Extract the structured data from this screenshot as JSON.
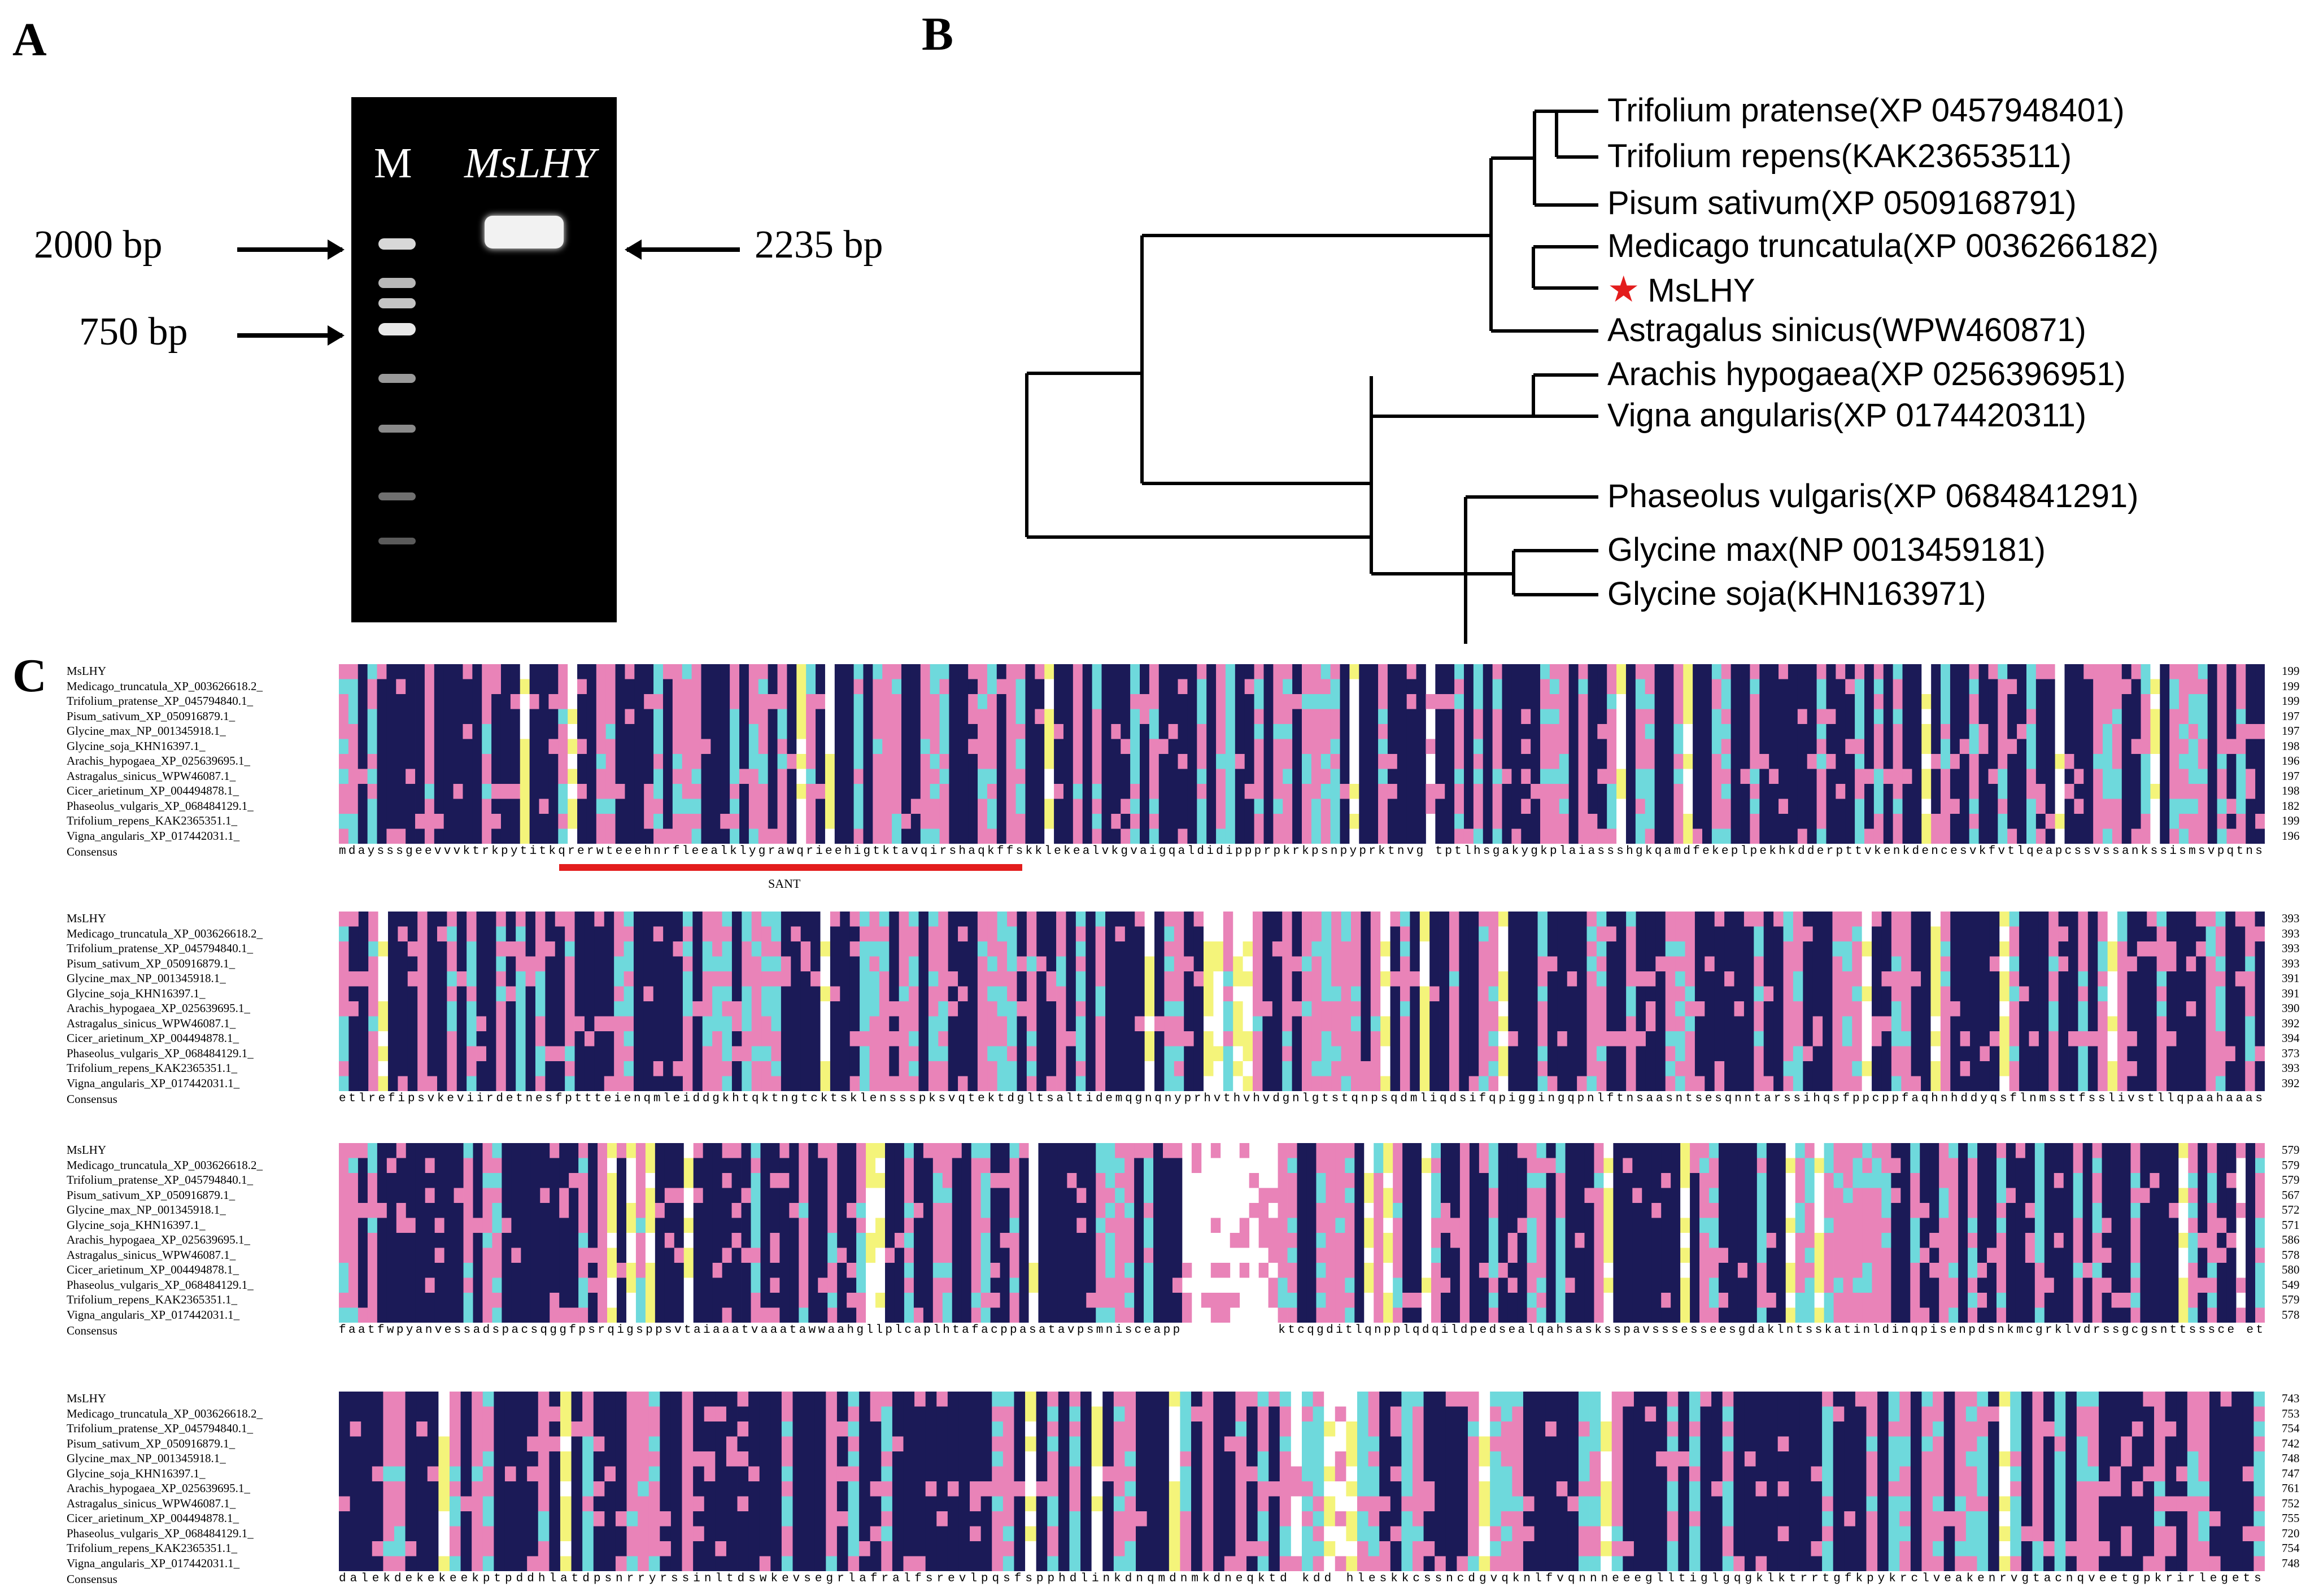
{
  "panels": {
    "a": "A",
    "b": "B",
    "c": "C"
  },
  "gel": {
    "lane_marker": "M",
    "lane_sample": "MsLHY",
    "left_sizes": [
      "2000 bp",
      "750 bp"
    ],
    "right_size": "2235 bp"
  },
  "tree": {
    "taxa": [
      "Trifolium pratense(XP 0457948401)",
      "Trifolium repens(KAK23653511)",
      "Pisum sativum(XP 0509168791)",
      "Medicago truncatula(XP 0036266182)",
      "MsLHY",
      "Astragalus sinicus(WPW460871)",
      "Arachis hypogaea(XP 0256396951)",
      "Vigna angularis(XP 0174420311)",
      "Phaseolus vulgaris(XP 0684841291)",
      "Glycine max(NP 0013459181)",
      "Glycine soja(KHN163971)"
    ],
    "highlight_color": "#e31d1d"
  },
  "alignment": {
    "sequences": [
      "MsLHY",
      "Medicago_truncatula_XP_003626618.2_",
      "Trifolium_pratense_XP_045794840.1_",
      "Pisum_sativum_XP_050916879.1_",
      "Glycine_max_NP_001345918.1_",
      "Glycine_soja_KHN16397.1_",
      "Arachis_hypogaea_XP_025639695.1_",
      "Astragalus_sinicus_WPW46087.1_",
      "Cicer_arietinum_XP_004494878.1_",
      "Phaseolus_vulgaris_XP_068484129.1_",
      "Trifolium_repens_KAK2365351.1_",
      "Vigna_angularis_XP_017442031.1_"
    ],
    "consensus_label": "Consensus",
    "blocks": [
      {
        "end_numbers": [
          "199",
          "199",
          "199",
          "197",
          "197",
          "198",
          "196",
          "197",
          "198",
          "182",
          "199",
          "196"
        ],
        "consensus": "mdaysssgeevvvktrkpytitkqrerwteeehnrfleealklygrawqrieehigtktavqirshaqkffskklekealvkgvaigqaldidippprpkrkpsnpyprktnvg tptlhsgakygkplaiassshgkqamdfekeplpekhkdderpttvkenkdencesvkfvtlqeapcssvssankssismsvpqtns"
      },
      {
        "end_numbers": [
          "393",
          "393",
          "393",
          "393",
          "391",
          "391",
          "390",
          "392",
          "394",
          "373",
          "393",
          "392"
        ],
        "consensus": "etlrefipsvkeviirdetnesfpttteienqmleiddgkhtqktngtcktsklenssspksvqtektdgltsaltidemqgnqnyprhvthvhvdgnlgtstqnpsqdmliqdsifqpiggingqpnlftnsaasntsesqnntarssihqsfppcppfaqhnhddyqsflnmsstfsslivstllqpaahaaas"
      },
      {
        "end_numbers": [
          "579",
          "579",
          "579",
          "567",
          "572",
          "571",
          "586",
          "578",
          "580",
          "549",
          "579",
          "578"
        ],
        "consensus": "faatfwpyanvessadspacsqggfpsrqigsppsvtaiaaatvaaatawwaahgllplcaplhtafacppasatavpsmnisceapp          ktcqgditlqnpplqdqildpedsealqahsasksspavsssesseesgdaklntsskatinldinqpisenpdsnkmcgrklvdrssgcgsnttsssce et"
      },
      {
        "end_numbers": [
          "743",
          "753",
          "754",
          "742",
          "748",
          "747",
          "761",
          "752",
          "755",
          "720",
          "754",
          "748"
        ],
        "consensus": "dalekdekekeekptpddhlatdpsnrryrssinltdswkevsegrlafralfsrevlpqsfspphdlinkdnqmdnmkdneqktd kdd hleskkcssncdgvqknlfvqnnneeeglltiglgqgklktrrtgfkpykrclveakenrvgtacnqveetgpkrirlegets"
      }
    ],
    "motif_label": "SANT",
    "motif_color": "#e31d1d",
    "colors": {
      "identical": "#1b1a57",
      "high": "#e983b8",
      "medium": "#6ed9dc",
      "low": "#f4f47a"
    }
  }
}
